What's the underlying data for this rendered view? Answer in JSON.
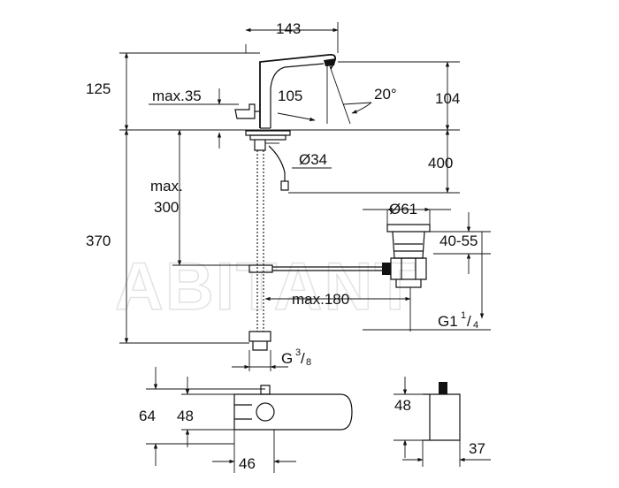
{
  "watermark": "ABITANT",
  "dimensions": {
    "d143": "143",
    "d125": "125",
    "d105": "105",
    "d20deg": "20°",
    "d104": "104",
    "max35": "max.35",
    "dia34": "Ø34",
    "d400": "400",
    "max_label": "max.",
    "d300": "300",
    "dia61": "Ø61",
    "d370": "370",
    "d40_55": "40-55",
    "max180": "max.180",
    "g1_main": "G1",
    "g1_sup": "1",
    "g1_sub": "4",
    "g38_main": "G",
    "g38_sup": "3",
    "g38_sub": "8",
    "d64": "64",
    "d48_left": "48",
    "d46": "46",
    "d48_right": "48",
    "d37": "37"
  }
}
